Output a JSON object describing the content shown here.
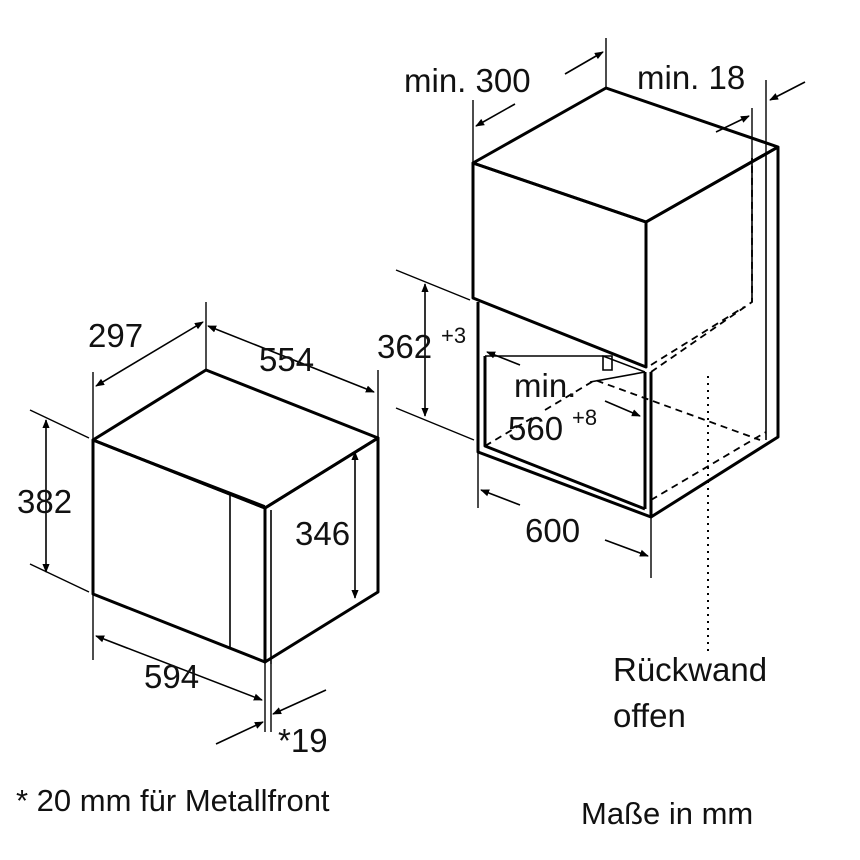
{
  "appliance": {
    "depth": "297",
    "width_top": "554",
    "height_outer": "382",
    "height_inner": "346",
    "width_front": "594",
    "door_thickness": "*19"
  },
  "niche": {
    "depth_min": "min. 300",
    "gap_min": "min. 18",
    "height": "362",
    "height_tol": "+3",
    "width_min_line1": "min.",
    "width_min_line2": "560",
    "width_min_tol": "+8",
    "width": "600",
    "back_wall_line1": "Rückwand",
    "back_wall_line2": "offen"
  },
  "footnote": "* 20 mm für Metallfront",
  "units_note": "Maße in mm",
  "colors": {
    "ink": "#111111",
    "background": "#ffffff"
  }
}
